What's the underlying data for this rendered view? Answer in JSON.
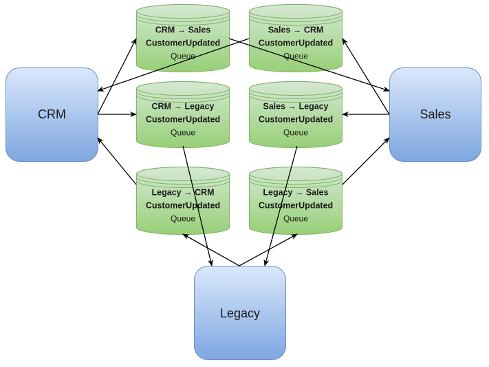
{
  "nodes": {
    "crm": {
      "label": "CRM"
    },
    "sales": {
      "label": "Sales"
    },
    "legacy": {
      "label": "Legacy"
    }
  },
  "queues": [
    {
      "id": "crm-to-sales",
      "title": "CRM → Sales",
      "event": "CustomerUpdated",
      "kind": "Queue"
    },
    {
      "id": "sales-to-crm",
      "title": "Sales → CRM",
      "event": "CustomerUpdated",
      "kind": "Queue"
    },
    {
      "id": "crm-to-legacy",
      "title": "CRM → Legacy",
      "event": "CustomerUpdated",
      "kind": "Queue"
    },
    {
      "id": "sales-to-legacy",
      "title": "Sales → Legacy",
      "event": "CustomerUpdated",
      "kind": "Queue"
    },
    {
      "id": "legacy-to-crm",
      "title": "Legacy → CRM",
      "event": "CustomerUpdated",
      "kind": "Queue"
    },
    {
      "id": "legacy-to-sales",
      "title": "Legacy → Sales",
      "event": "CustomerUpdated",
      "kind": "Queue"
    }
  ],
  "edges": [
    {
      "from": "CRM",
      "to": "CRM → Sales Queue"
    },
    {
      "from": "CRM → Sales Queue",
      "to": "Sales"
    },
    {
      "from": "Sales",
      "to": "Sales → CRM Queue"
    },
    {
      "from": "Sales → CRM Queue",
      "to": "CRM"
    },
    {
      "from": "CRM",
      "to": "CRM → Legacy Queue"
    },
    {
      "from": "CRM → Legacy Queue",
      "to": "Legacy"
    },
    {
      "from": "Sales",
      "to": "Sales → Legacy Queue"
    },
    {
      "from": "Sales → Legacy Queue",
      "to": "Legacy"
    },
    {
      "from": "Legacy",
      "to": "Legacy → CRM Queue"
    },
    {
      "from": "Legacy → CRM Queue",
      "to": "CRM"
    },
    {
      "from": "Legacy",
      "to": "Legacy → Sales Queue"
    },
    {
      "from": "Legacy → Sales Queue",
      "to": "Sales"
    }
  ],
  "colors": {
    "system_fill_top": "#dae8fc",
    "system_fill_bottom": "#7ea6e0",
    "system_stroke": "#6c8ebf",
    "queue_fill_top": "#d5e8d4",
    "queue_fill_bottom": "#97d077",
    "queue_stroke": "#82b366",
    "edge": "#000000"
  }
}
